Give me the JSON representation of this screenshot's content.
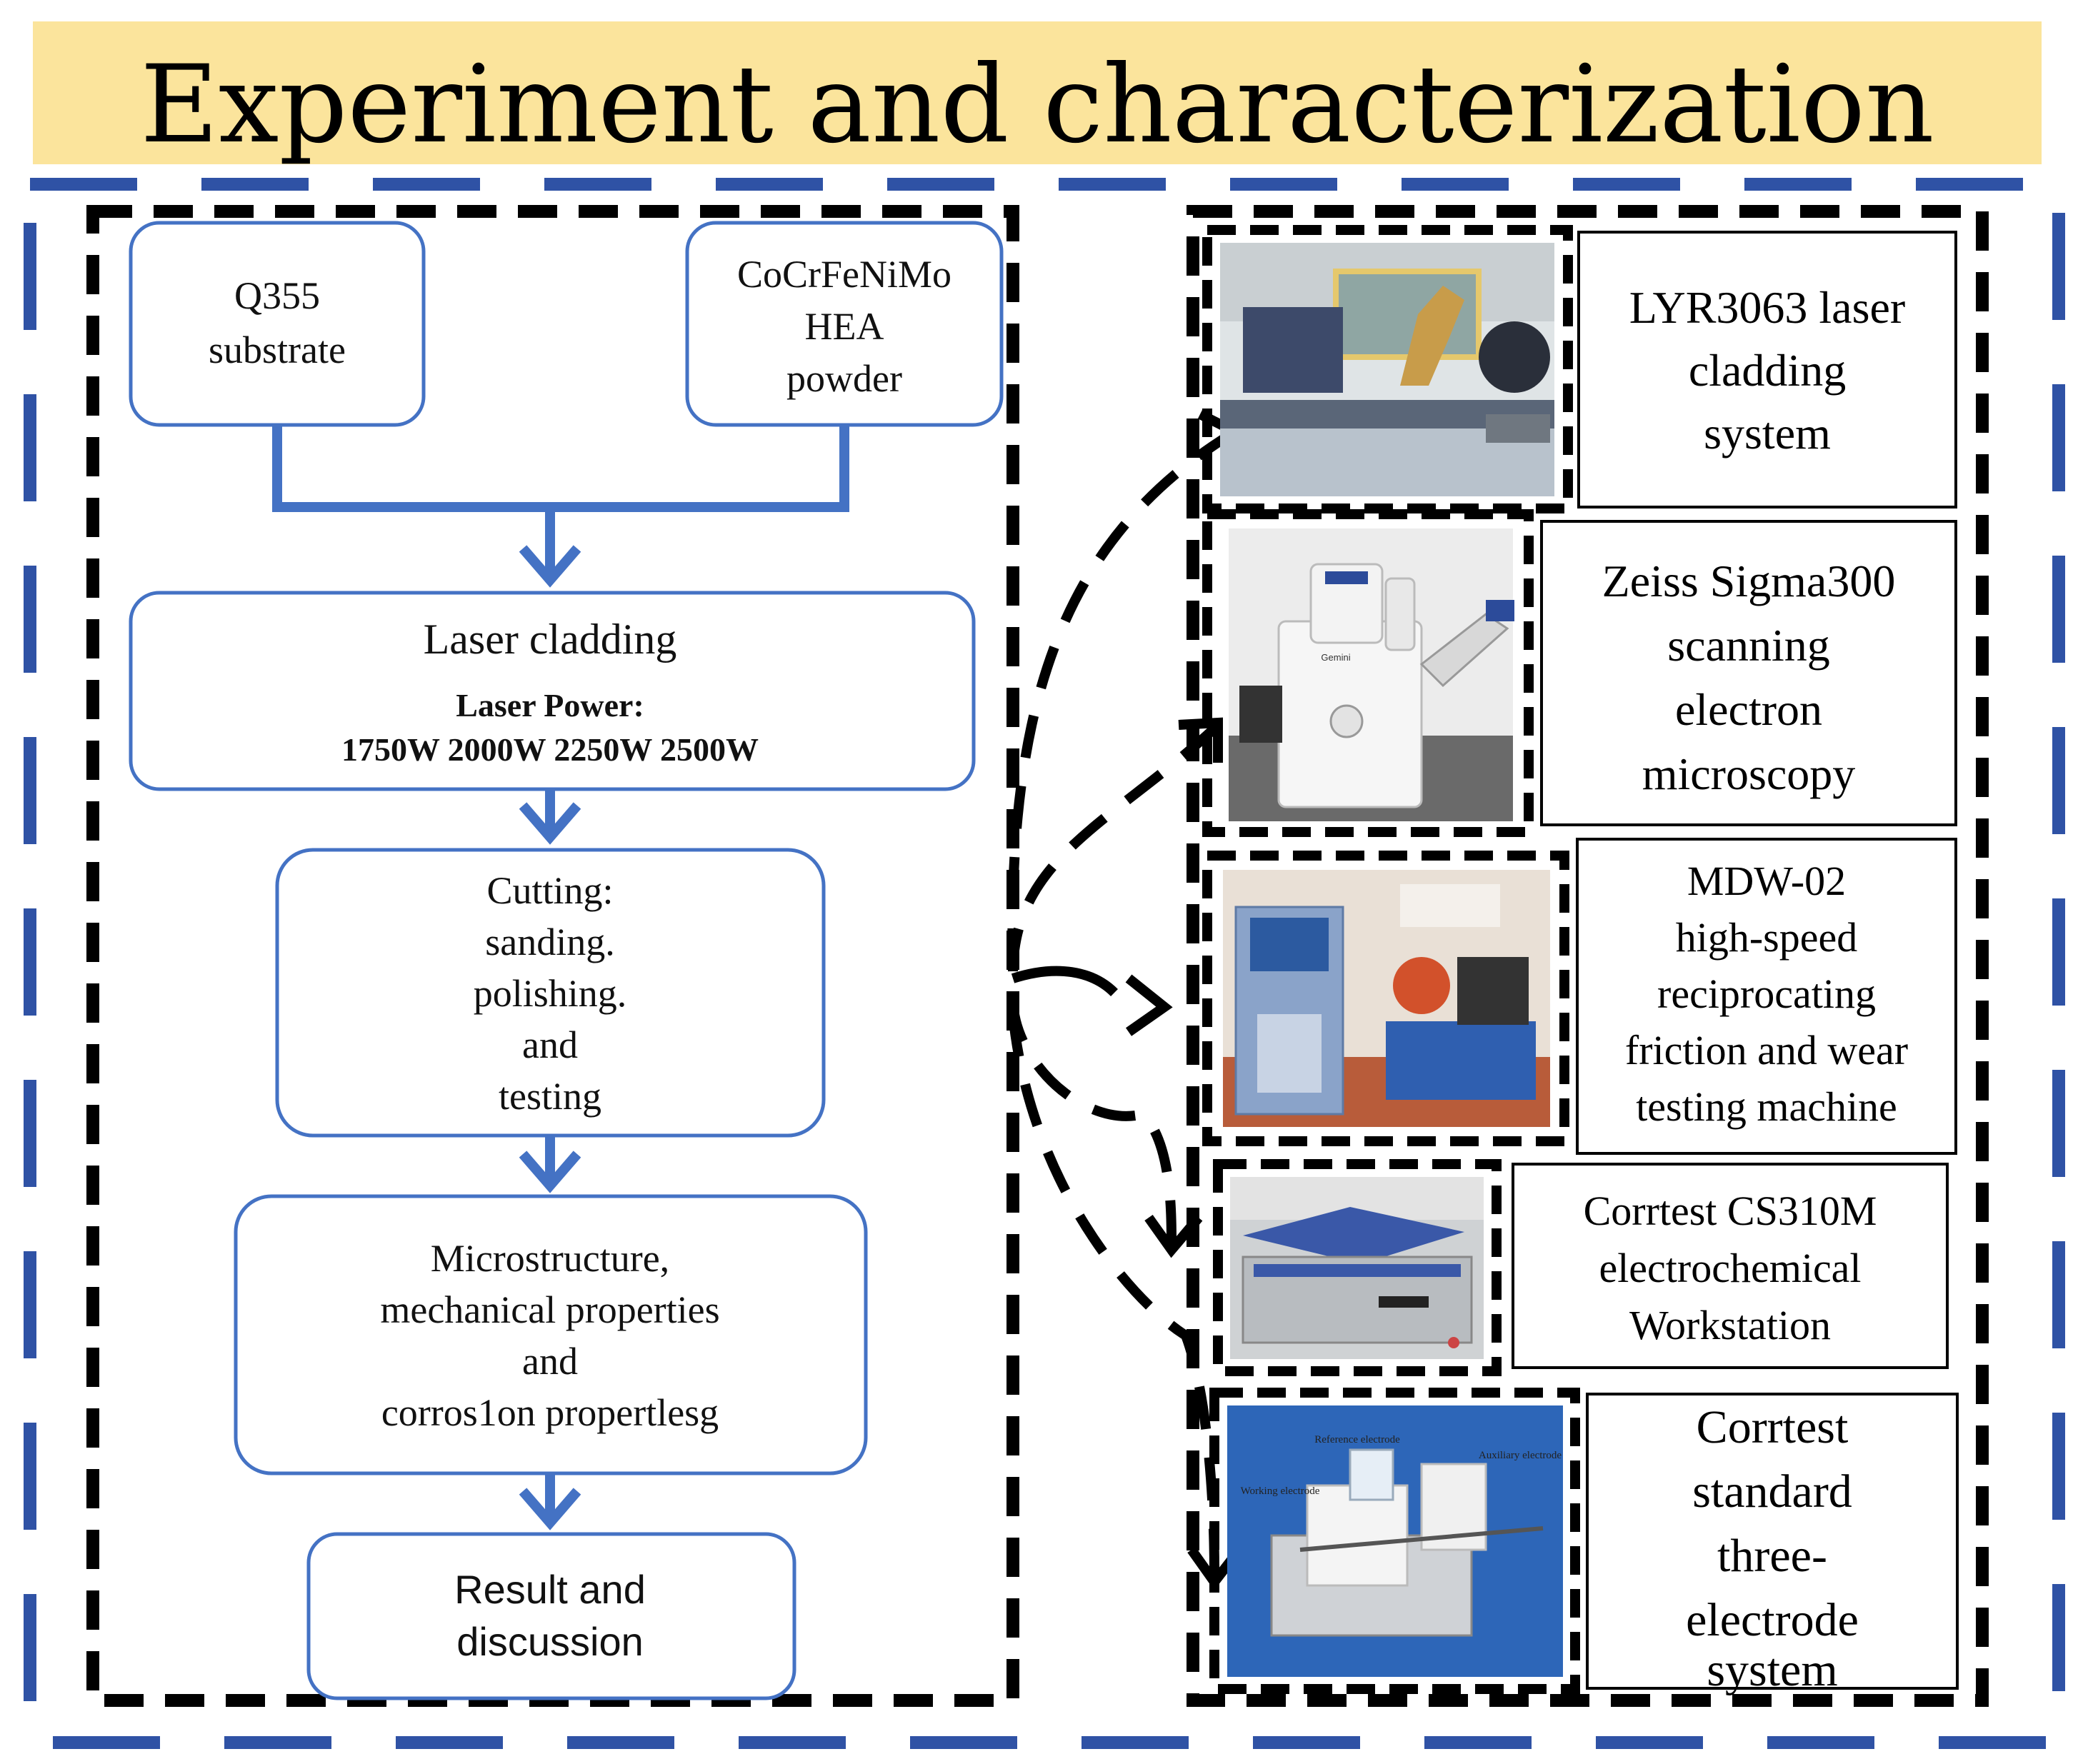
{
  "banner": {
    "title": "Experiment and characterization",
    "color": "#fbe49c"
  },
  "colors": {
    "flow_blue": "#4472c4",
    "outer_dash_blue": "#2f52a5",
    "inner_dash_black": "#000000"
  },
  "flow": {
    "substrate": {
      "line1": "Q355",
      "line2": "substrate"
    },
    "powder": {
      "line1": "CoCrFeNiMo",
      "line2": "HEA",
      "line3": "powder"
    },
    "laser": {
      "title": "Laser cladding",
      "power_label": "Laser Power:",
      "power_values": "1750W 2000W 2250W 2500W"
    },
    "cutting": {
      "line1": "Cutting:",
      "line2": "sanding.",
      "line3": "polishing.",
      "line4": "and",
      "line5": "testing"
    },
    "micro": {
      "line1": "Microstructure,",
      "line2": "mechanical properties",
      "line3": "and",
      "line4": "corros1on propertlesg"
    },
    "result": {
      "line1": "Result and",
      "line2": "discussion"
    }
  },
  "equipment": [
    {
      "lines": [
        "LYR3063 laser",
        "cladding",
        "system"
      ],
      "photo": "laser-cladding-robot-photo"
    },
    {
      "lines": [
        "Zeiss Sigma300",
        "scanning",
        "electron",
        "microscopy"
      ],
      "photo": "sem-microscope-photo"
    },
    {
      "lines": [
        "MDW-02",
        "high-speed",
        "reciprocating",
        "friction and wear",
        "testing machine"
      ],
      "photo": "friction-wear-tester-photo"
    },
    {
      "lines": [
        "Corrtest CS310M",
        "electrochemical",
        "Workstation"
      ],
      "photo": "electrochemical-workstation-photo"
    },
    {
      "lines": [
        "Corrtest",
        "standard",
        "three-",
        "electrode",
        "system"
      ],
      "photo": "three-electrode-cell-photo"
    }
  ],
  "photo_labels": {
    "sem_brand": "Gemini",
    "reference_electrode": "Reference electrode",
    "auxiliary_electrode": "Auxiliary electrode",
    "working_electrode": "Working electrode"
  }
}
